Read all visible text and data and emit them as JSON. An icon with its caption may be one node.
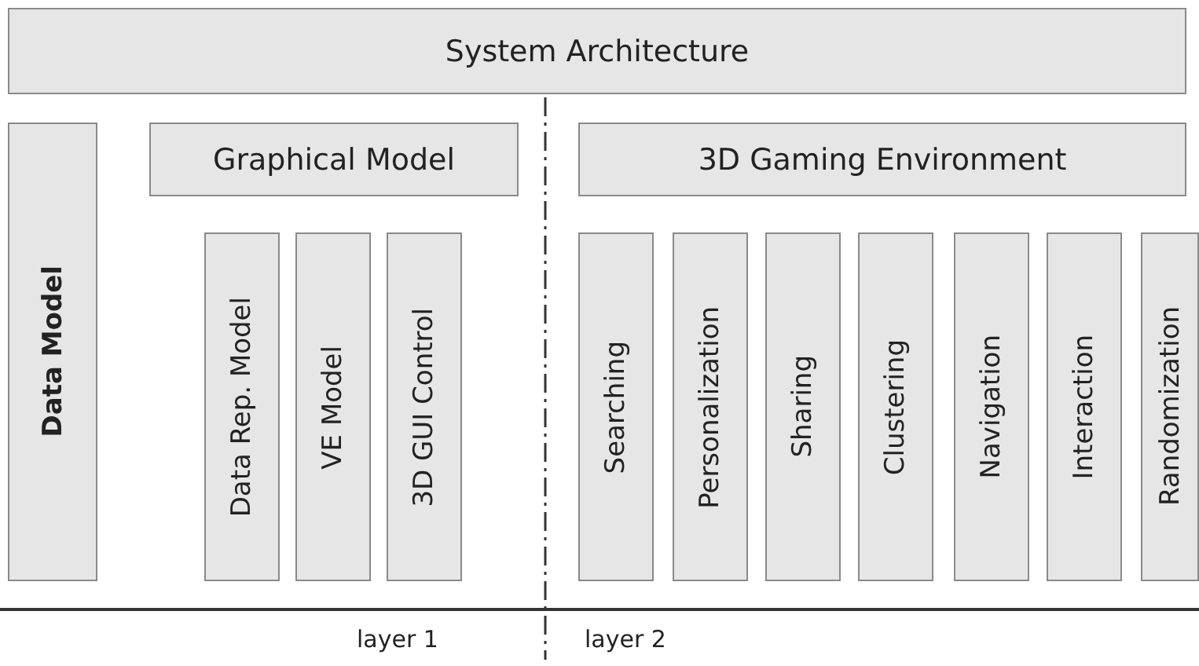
{
  "diagram": {
    "nodes": [
      {
        "text": [
          "System Architecture"
        ]
      },
      {
        "text": [
          "Data Model"
        ]
      },
      {
        "text": [
          "Graphical Model"
        ]
      },
      {
        "text": [
          "Data Rep. Model"
        ]
      },
      {
        "text": [
          "VE Model"
        ]
      },
      {
        "text": [
          "3D GUI Control"
        ]
      },
      {
        "text": [
          "3D Gaming Environment"
        ]
      },
      {
        "text": [
          "Searching"
        ]
      },
      {
        "text": [
          "Personalization"
        ]
      },
      {
        "text": [
          "Sharing"
        ]
      },
      {
        "text": [
          "Clustering"
        ]
      },
      {
        "text": [
          "Navigation"
        ]
      },
      {
        "text": [
          "Interaction"
        ]
      },
      {
        "text": [
          "Randomization"
        ]
      }
    ],
    "labels": [
      "layer 1",
      "layer 2"
    ]
  }
}
